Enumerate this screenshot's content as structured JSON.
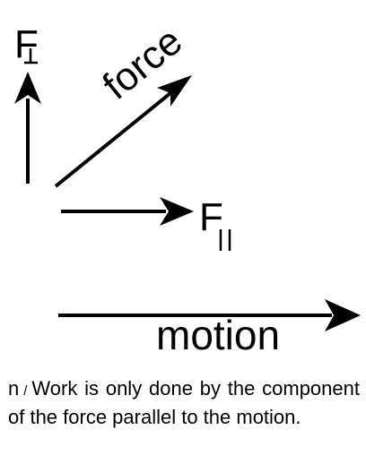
{
  "diagram": {
    "labels": {
      "perpendicular": "F",
      "perpendicular_sub": "⊥",
      "force": "force",
      "parallel": "F",
      "parallel_sub": "||",
      "motion": "motion"
    },
    "colors": {
      "ink": "#000000",
      "background": "#ffffff"
    }
  },
  "caption": {
    "number": "n",
    "separator": "/",
    "text": "Work is only done by the component of the force parallel to the motion."
  }
}
